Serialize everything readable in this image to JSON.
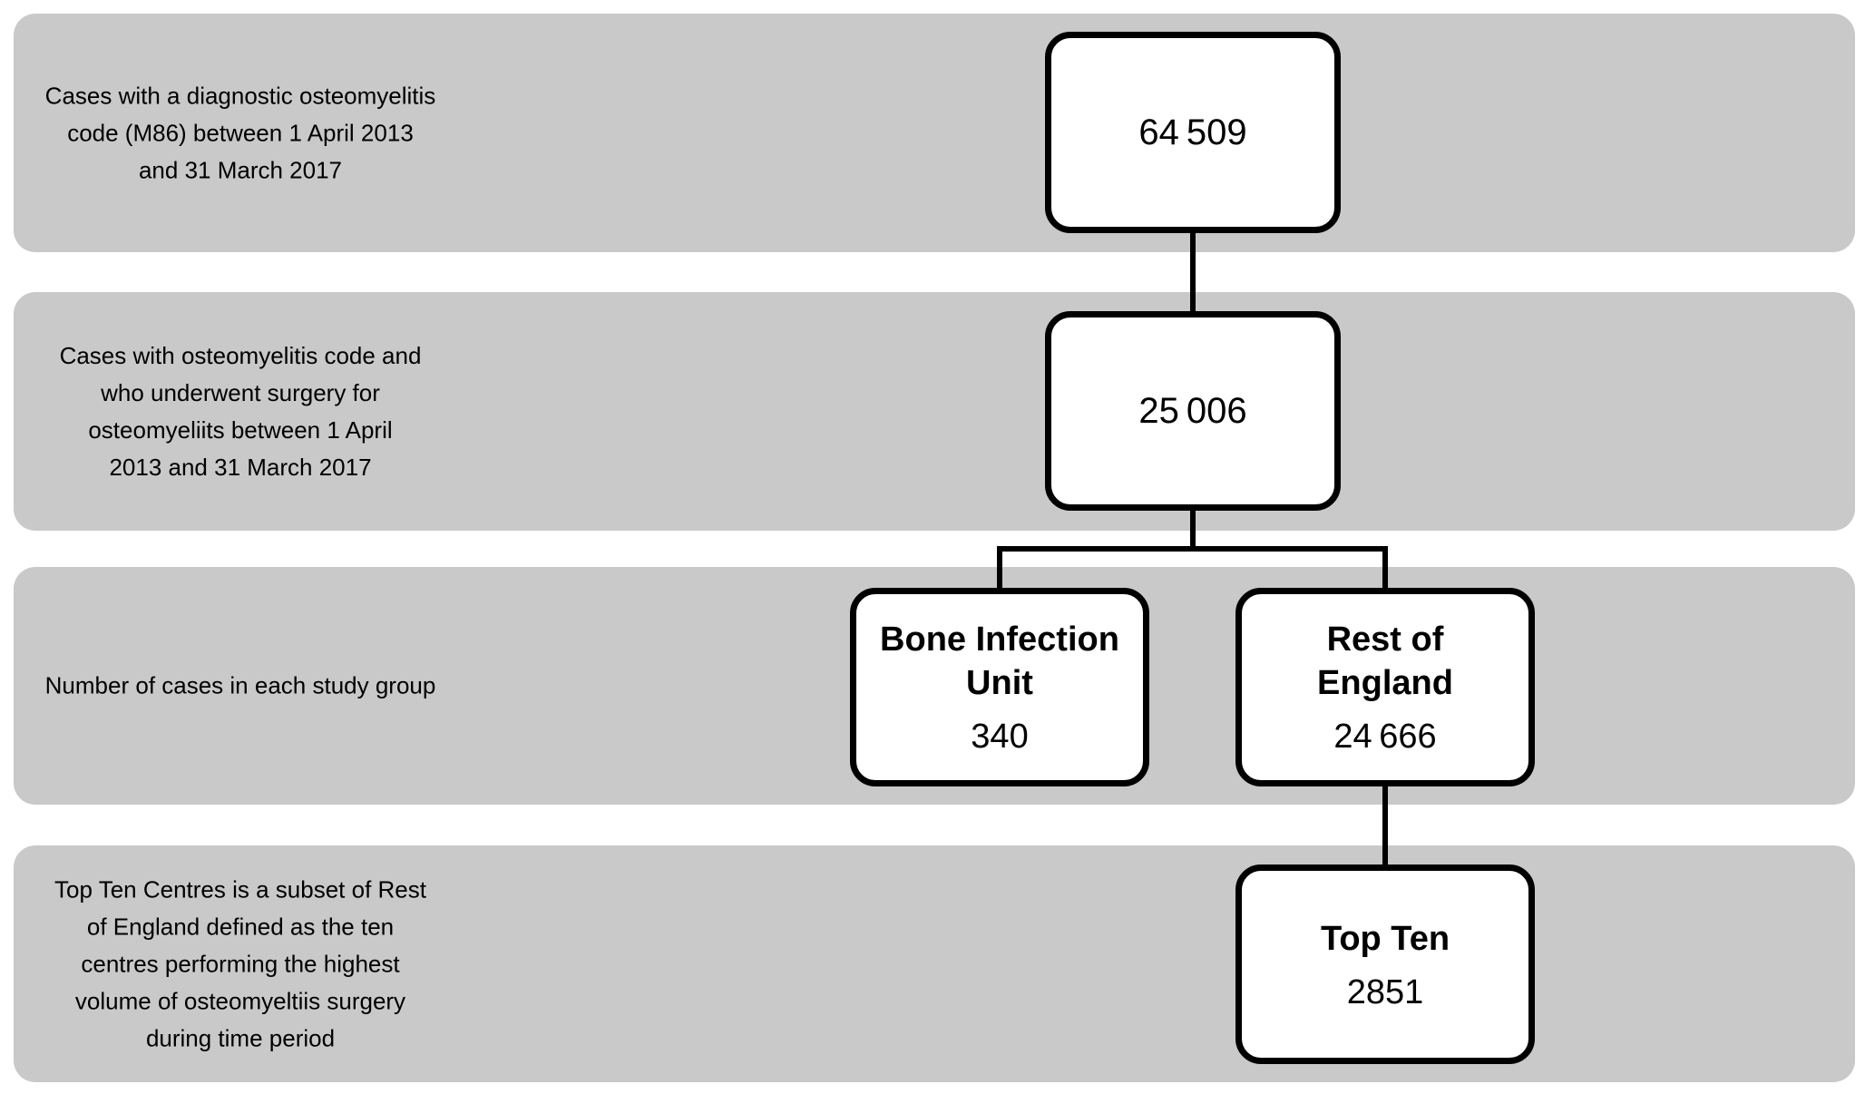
{
  "figure": {
    "bands": [
      {
        "label": "Cases with a diagnostic osteomyelitis\ncode (M86) between 1 April 2013\nand 31 March 2017"
      },
      {
        "label": "Cases with osteomyelitis code and\nwho underwent surgery for\nosteomyeliits between 1 April\n2013 and 31 March 2017"
      },
      {
        "label": "Number of cases in each study group"
      },
      {
        "label": "Top Ten Centres is a subset of Rest\nof England defined as the ten\ncentres performing the highest\nvolume of osteomyeltiis surgery\nduring time period"
      }
    ],
    "nodes": {
      "total_cases": {
        "value": "64 509"
      },
      "surgery_cases": {
        "value": "25 006"
      },
      "bone_infection_unit": {
        "title": "Bone Infection\nUnit",
        "value": "340"
      },
      "rest_of_england": {
        "title": "Rest of\nEngland",
        "value": "24 666"
      },
      "top_ten": {
        "title": "Top Ten",
        "value": "2851"
      }
    },
    "colors": {
      "band_fill": "#c9c9c9",
      "node_fill": "#ffffff",
      "node_border": "#000000",
      "connector": "#000000",
      "text": "#000000"
    }
  }
}
